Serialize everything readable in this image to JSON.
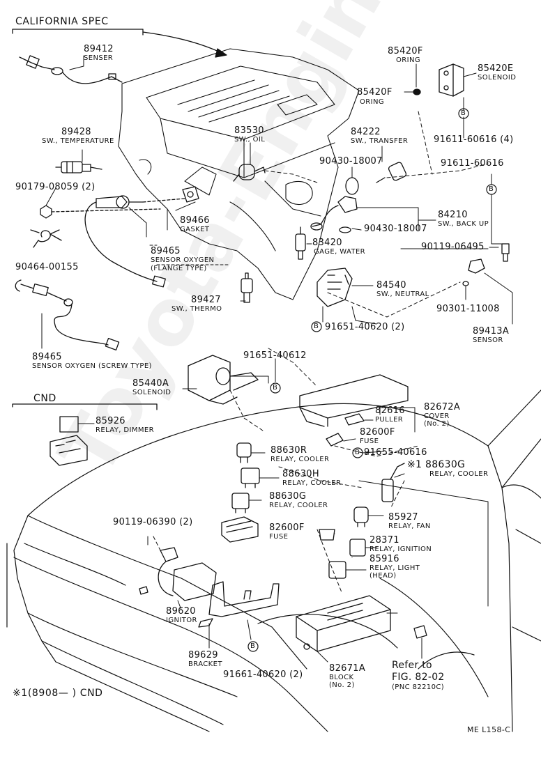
{
  "header": {
    "california": "CALIFORNIA  SPEC",
    "cnd": "CND",
    "footnote": "※1(8908—      ) CND",
    "code": "ME  L158-C"
  },
  "watermark": "Toyota-Engine.ru",
  "callouts": [
    {
      "id": "p89412",
      "num": "89412",
      "desc": "SENSER"
    },
    {
      "id": "p85420F_a",
      "num": "85420F",
      "desc": "ORING"
    },
    {
      "id": "p85420E",
      "num": "85420E",
      "desc": "SOLENOID"
    },
    {
      "id": "p85420F_b",
      "num": "85420F",
      "desc": "ORING"
    },
    {
      "id": "p89428",
      "num": "89428",
      "desc": "SW., TEMPERATURE"
    },
    {
      "id": "p83530",
      "num": "83530",
      "desc": "SW., OIL"
    },
    {
      "id": "p84222",
      "num": "84222",
      "desc": "SW., TRANSFER"
    },
    {
      "id": "p91611_60616_4",
      "num": "91611-60616 (4)",
      "desc": ""
    },
    {
      "id": "p90430_a",
      "num": "90430-18007",
      "desc": ""
    },
    {
      "id": "p91611_60616",
      "num": "91611-60616",
      "desc": ""
    },
    {
      "id": "p90179",
      "num": "90179-08059 (2)",
      "desc": ""
    },
    {
      "id": "p89466",
      "num": "89466",
      "desc": "GASKET"
    },
    {
      "id": "p84210",
      "num": "84210",
      "desc": "SW., BACK UP"
    },
    {
      "id": "p90430_b",
      "num": "90430-18007",
      "desc": ""
    },
    {
      "id": "p89465_a",
      "num": "89465",
      "desc": "SENSOR OXYGEN"
    },
    {
      "id": "p83420",
      "num": "83420",
      "desc": "GAGE, WATER"
    },
    {
      "id": "p90119_06495",
      "num": "90119-06495",
      "desc": ""
    },
    {
      "id": "p90464",
      "num": "90464-00155",
      "desc": ""
    },
    {
      "id": "p89427",
      "num": "89427",
      "desc": "SW., THERMO"
    },
    {
      "id": "p84540",
      "num": "84540",
      "desc": "SW., NEUTRAL"
    },
    {
      "id": "p90301",
      "num": "90301-11008",
      "desc": ""
    },
    {
      "id": "p91651_40620_a",
      "num": "91651-40620 (2)",
      "desc": ""
    },
    {
      "id": "p89413A",
      "num": "89413A",
      "desc": "SENSOR"
    },
    {
      "id": "p89465_b",
      "num": "89465",
      "desc": "SENSOR OXYGEN (SCREW TYPE)"
    },
    {
      "id": "p91651_40612",
      "num": "91651-40612",
      "desc": ""
    },
    {
      "id": "p85440A",
      "num": "85440A",
      "desc": "SOLENOID"
    },
    {
      "id": "p85926",
      "num": "85926",
      "desc": "RELAY, DIMMER"
    },
    {
      "id": "p82616",
      "num": "82616",
      "desc": "PULLER"
    },
    {
      "id": "p82672A",
      "num": "82672A",
      "desc": "COVER"
    },
    {
      "id": "p82600F_a",
      "num": "82600F",
      "desc": "FUSE"
    },
    {
      "id": "p88630R",
      "num": "88630R",
      "desc": "RELAY, COOLER"
    },
    {
      "id": "p91655",
      "num": "91655-40616",
      "desc": ""
    },
    {
      "id": "p88630G_a",
      "num": "※1 88630G",
      "desc": "RELAY, COOLER"
    },
    {
      "id": "p88630H",
      "num": "88630H",
      "desc": "RELAY, COOLER"
    },
    {
      "id": "p88630G_b",
      "num": "88630G",
      "desc": "RELAY, COOLER"
    },
    {
      "id": "p85927",
      "num": "85927",
      "desc": "RELAY, FAN"
    },
    {
      "id": "p90119_06390",
      "num": "90119-06390 (2)",
      "desc": ""
    },
    {
      "id": "p82600F_b",
      "num": "82600F",
      "desc": "FUSE"
    },
    {
      "id": "p28371",
      "num": "28371",
      "desc": "RELAY, IGNITION"
    },
    {
      "id": "p85916",
      "num": "85916",
      "desc": "RELAY, LIGHT"
    },
    {
      "id": "p89620",
      "num": "89620",
      "desc": "IGNITOR"
    },
    {
      "id": "p89629",
      "num": "89629",
      "desc": "BRACKET"
    },
    {
      "id": "p82671A",
      "num": "82671A",
      "desc": "BLOCK"
    },
    {
      "id": "p91661",
      "num": "91661-40620 (2)",
      "desc": ""
    }
  ],
  "extra": {
    "p89465_a_desc2": "(FLANGE TYPE)",
    "p82672A_desc2": "(No. 2)",
    "p85916_desc2": "(HEAD)",
    "p82671A_desc2": "(No. 2)",
    "refer_1": "Refer to",
    "refer_2": "FIG. 82-02",
    "refer_3": "(PNC 82210C)",
    "bolt_symbol": "B"
  }
}
